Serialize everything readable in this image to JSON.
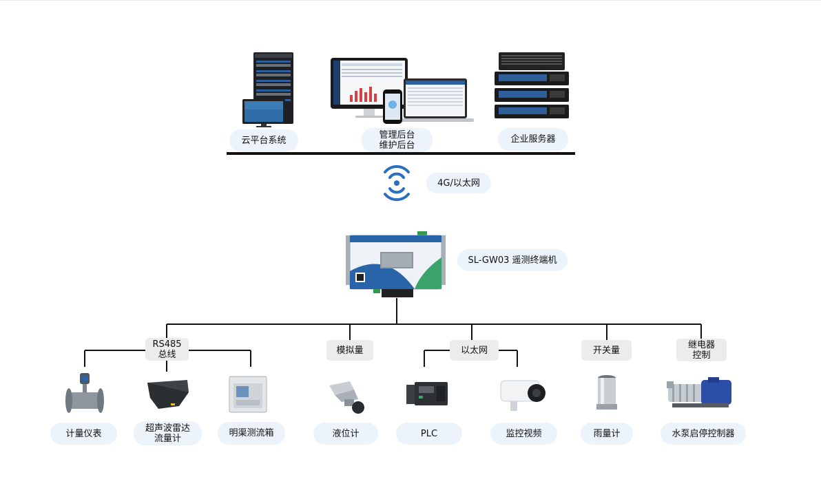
{
  "platform": {
    "cloud_label": "云平台系统",
    "admin_label_1": "管理后台",
    "admin_label_2": "维护后台",
    "server_label": "企业服务器"
  },
  "network": {
    "label": "4G/以太网"
  },
  "terminal": {
    "label": "SL-GW03 遥测终端机"
  },
  "groups": {
    "rs485_1": "RS485",
    "rs485_2": "总线",
    "analog": "模拟量",
    "ethernet": "以太网",
    "switch": "开关量",
    "relay_1": "继电器",
    "relay_2": "控制"
  },
  "devices": {
    "meter": "计量仪表",
    "radar_1": "超声波雷达",
    "radar_2": "流量计",
    "channel": "明渠测流箱",
    "level": "液位计",
    "plc": "PLC",
    "camera": "监控视频",
    "rain": "雨量计",
    "pump": "水泵启停控制器"
  },
  "colors": {
    "accent": "#2a6fc0",
    "pill_bg": "#edf3fa",
    "tag_bg": "#ececec",
    "line": "#111111"
  },
  "icons": [
    "server-rack-icon",
    "monitor-icon",
    "desktop-dashboard-icon",
    "laptop-icon",
    "phone-icon",
    "server-stack-icon",
    "wireless-signal-icon",
    "terminal-device-icon",
    "flowmeter-icon",
    "radar-sensor-icon",
    "measuring-box-icon",
    "level-sensor-icon",
    "plc-icon",
    "camera-icon",
    "rain-gauge-icon",
    "pump-icon"
  ]
}
